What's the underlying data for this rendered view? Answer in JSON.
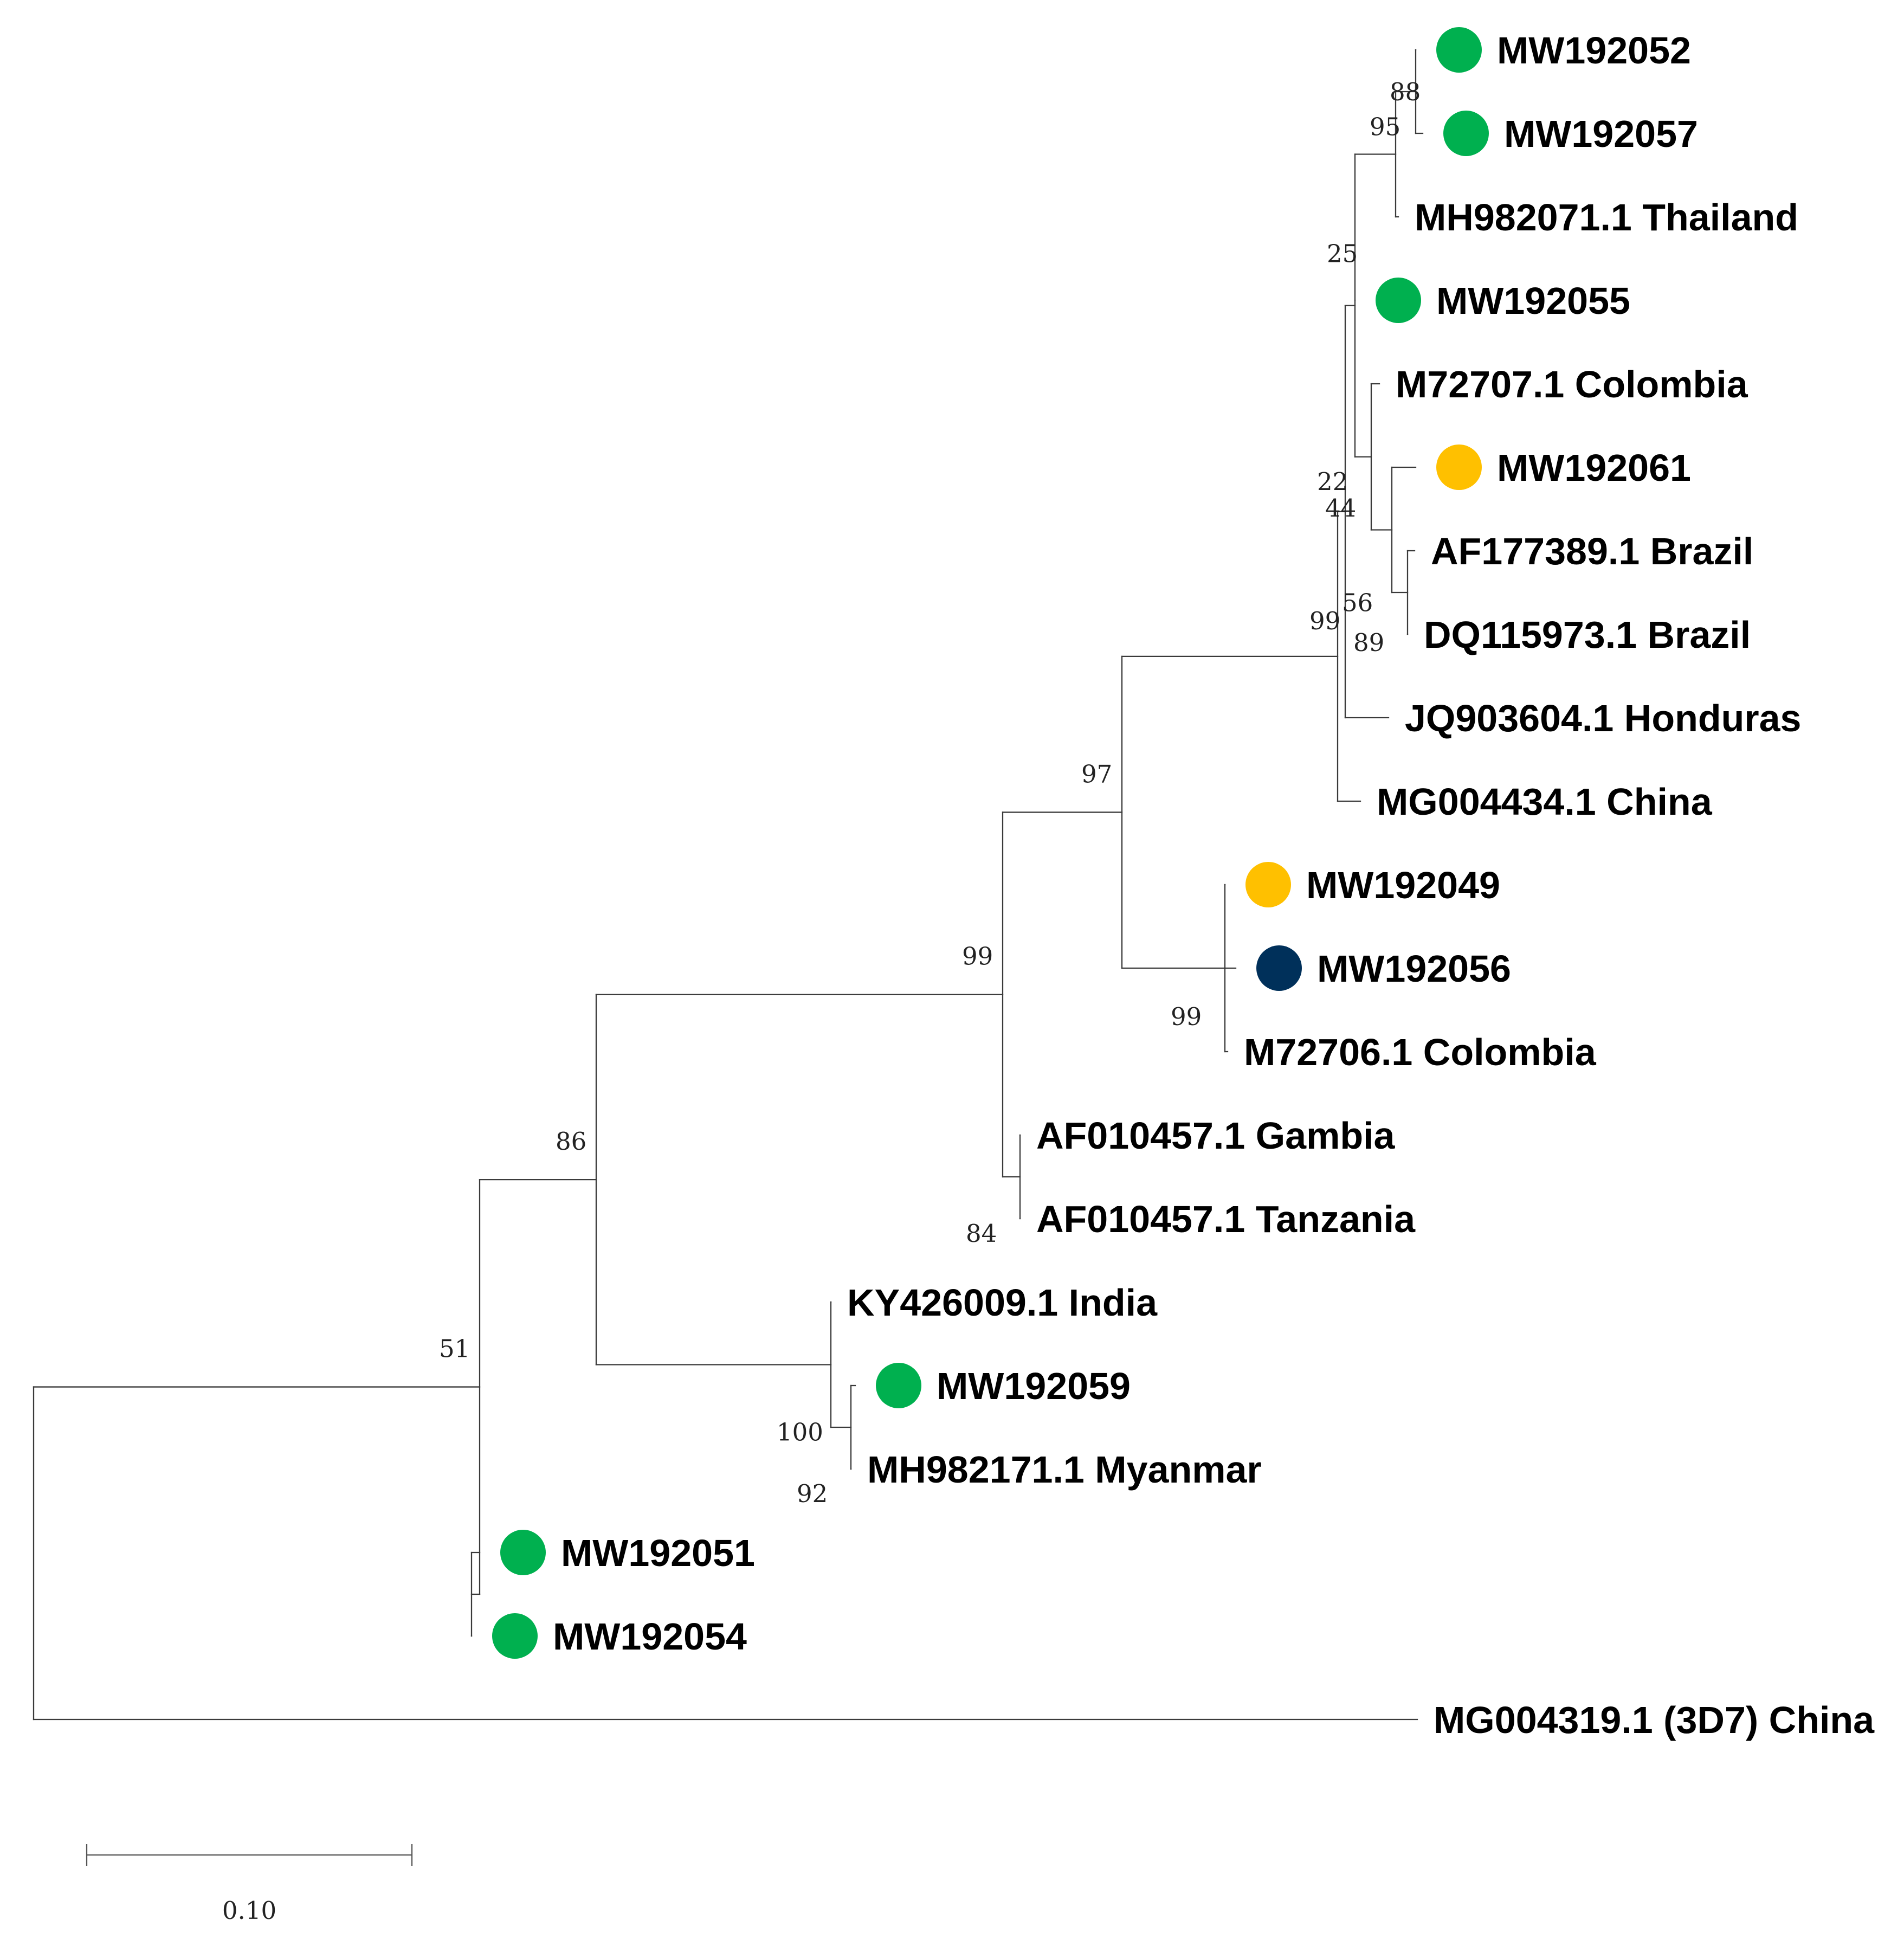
{
  "colors": {
    "green": "#00b04f",
    "yellow": "#ffc000",
    "navy": "#00305a",
    "branch": "#3a3a3a"
  },
  "tips": [
    {
      "id": "t1",
      "label": "MW192052",
      "marker": "green"
    },
    {
      "id": "t2",
      "label": "MW192057",
      "marker": "green"
    },
    {
      "id": "t3",
      "label": "MH982071.1 Thailand",
      "marker": null
    },
    {
      "id": "t4",
      "label": "MW192055",
      "marker": "green"
    },
    {
      "id": "t5",
      "label": "M72707.1 Colombia",
      "marker": null
    },
    {
      "id": "t6",
      "label": "MW192061",
      "marker": "yellow"
    },
    {
      "id": "t7",
      "label": "AF177389.1 Brazil",
      "marker": null
    },
    {
      "id": "t8",
      "label": "DQ115973.1 Brazil",
      "marker": null
    },
    {
      "id": "t9",
      "label": "JQ903604.1 Honduras",
      "marker": null
    },
    {
      "id": "t10",
      "label": "MG004434.1 China",
      "marker": null
    },
    {
      "id": "t11",
      "label": "MW192049",
      "marker": "yellow"
    },
    {
      "id": "t12",
      "label": "MW192056",
      "marker": "navy"
    },
    {
      "id": "t13",
      "label": "M72706.1 Colombia",
      "marker": null
    },
    {
      "id": "t14",
      "label": "AF010457.1 Gambia",
      "marker": null
    },
    {
      "id": "t15",
      "label": "AF010457.1 Tanzania",
      "marker": null
    },
    {
      "id": "t16",
      "label": "KY426009.1 India",
      "marker": null
    },
    {
      "id": "t17",
      "label": "MW192059",
      "marker": "green"
    },
    {
      "id": "t18",
      "label": "MH982171.1 Myanmar",
      "marker": null
    },
    {
      "id": "t19",
      "label": "MW192051",
      "marker": "green"
    },
    {
      "id": "t20",
      "label": "MW192054",
      "marker": "green"
    },
    {
      "id": "t21",
      "label": "MG004319.1 (3D7) China",
      "marker": null
    }
  ],
  "bootstrap": {
    "n_a": "88",
    "n_b": "95",
    "n_c": "25",
    "n_h": "22",
    "n_d": "44",
    "n_f": "56",
    "n_e": "89",
    "n_i": "99",
    "n_l": "97",
    "n_k": "99",
    "n_n": "99",
    "n_m": "84",
    "n_s": "86",
    "n_q": "100",
    "n_p": "92",
    "n_u": "51"
  },
  "scale": {
    "label": "0.10",
    "length": 0.1
  }
}
